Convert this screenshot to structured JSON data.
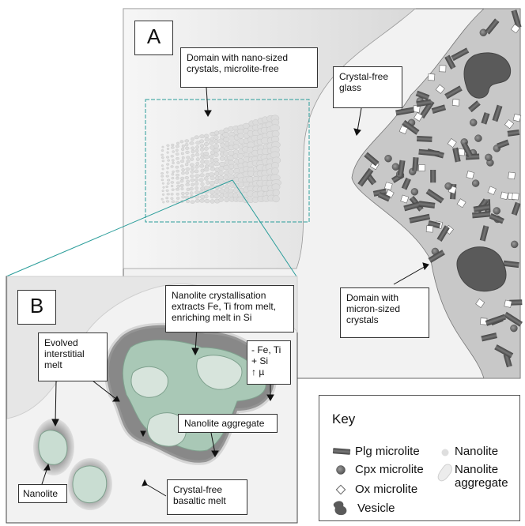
{
  "panel_a": {
    "letter": "A",
    "labels": {
      "nano_domain": "Domain with nano-sized\ncrystals, microlite-free",
      "crystal_free_glass": "Crystal-free\nglass",
      "micron_domain": "Domain with\nmicron-sized\ncrystals"
    }
  },
  "panel_b": {
    "letter": "B",
    "labels": {
      "crystallisation": "Nanolite crystallisation\nextracts Fe, Ti from melt,\nenriching melt in Si",
      "evolved_melt": "Evolved\ninterstitial\nmelt",
      "chem_change": "- Fe, Ti\n+ Si\n↑ µ",
      "aggregate": "Nanolite aggregate",
      "nanolite": "Nanolite",
      "basaltic_melt": "Crystal-free\nbasaltic melt"
    }
  },
  "key": {
    "title": "Key",
    "items": [
      {
        "icon": "plg-microlite-icon",
        "label": "Plg microlite"
      },
      {
        "icon": "cpx-microlite-icon",
        "label": "Cpx microlite"
      },
      {
        "icon": "ox-microlite-icon",
        "label": "Ox microlite"
      },
      {
        "icon": "vesicle-icon",
        "label": "Vesicle"
      },
      {
        "icon": "nanolite-icon",
        "label": "Nanolite"
      },
      {
        "icon": "nanolite-aggregate-icon",
        "label": "Nanolite\naggregate"
      }
    ]
  },
  "colors": {
    "accent_teal": "#2a9d9a",
    "micron_domain": "#c8c8c8",
    "vesicle": "#5a5a5a",
    "nanolite_green": "#c9ddd2",
    "aggregate_green": "#a9c8b6"
  }
}
